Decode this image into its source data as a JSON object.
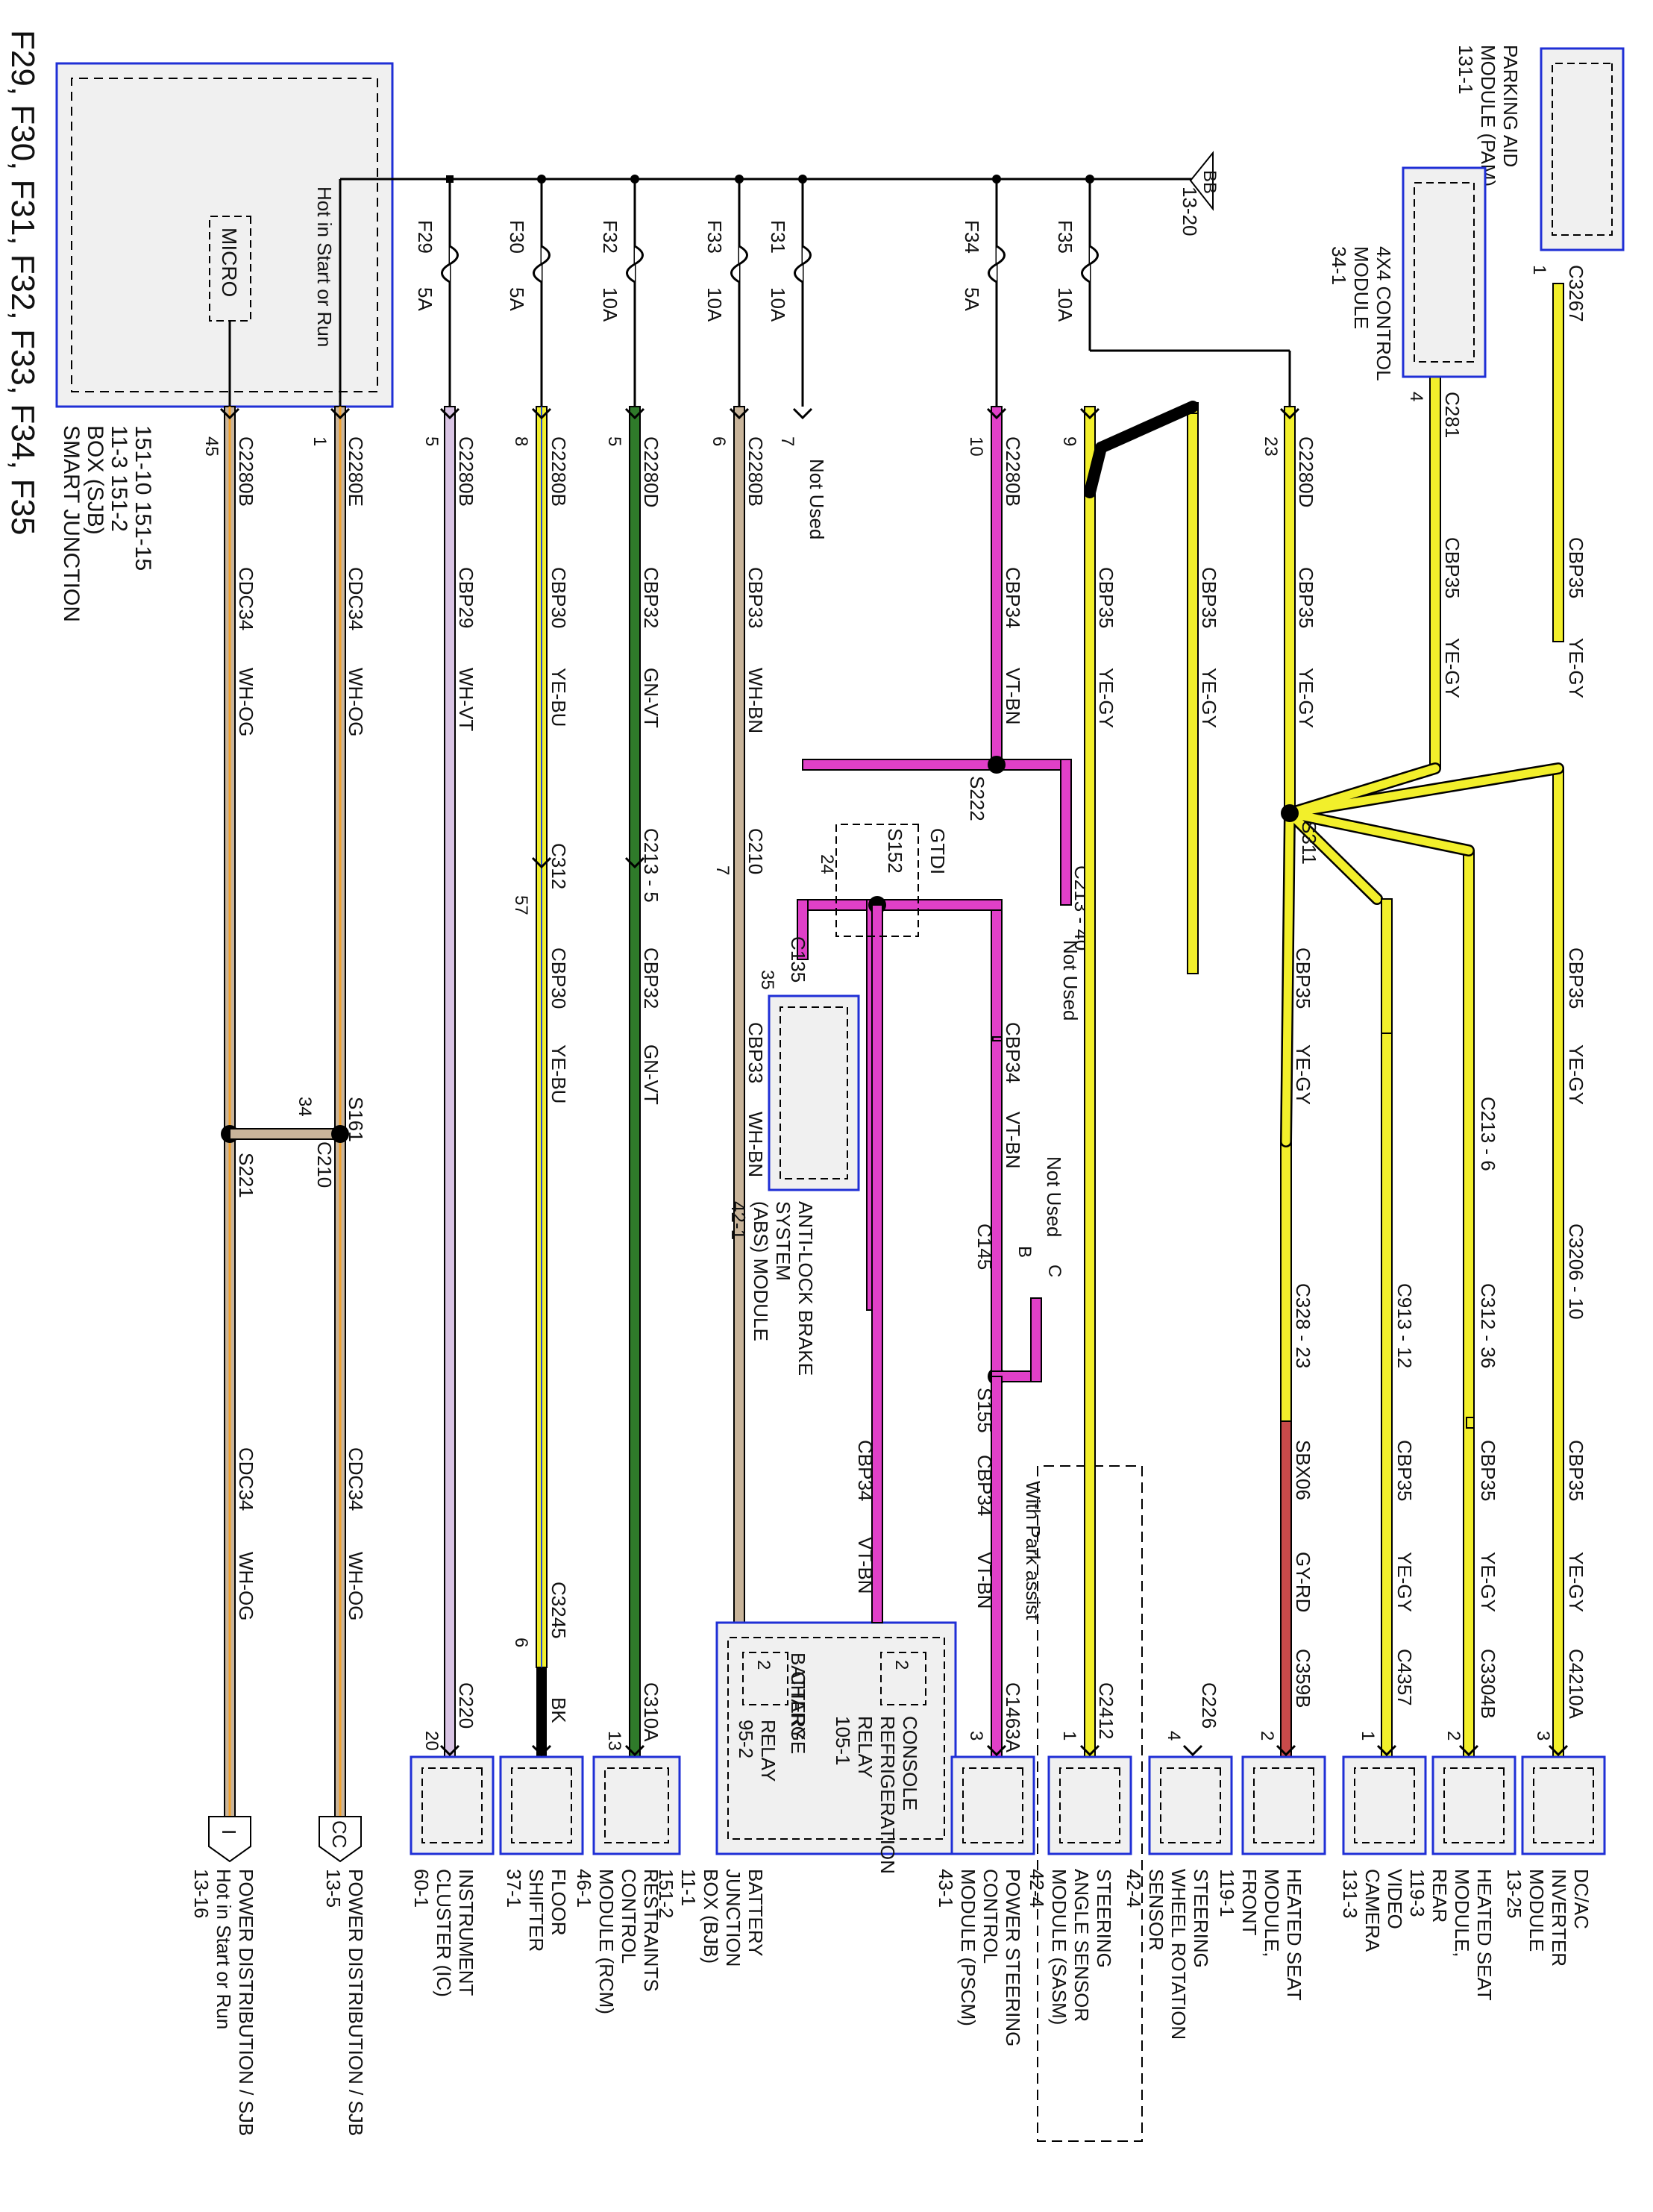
{
  "title": "F29, F30, F31, F32, F33, F34, F35",
  "colors": {
    "module_border": "#1f2fd6",
    "yellow_wire": "#f2ef2b",
    "magenta_wire": "#e040c8",
    "green_wire": "#2f7a2a",
    "red_wire": "#c84a4a",
    "lilac_wire": "#d9c4e4",
    "orange_wire": "#f3a12a",
    "tan_wire": "#c8b49a",
    "splice": "#000000"
  },
  "sjb": {
    "name_lines": [
      "SMART JUNCTION",
      "BOX (SJB)",
      "11-3     151-2",
      "151-10  151-15"
    ],
    "micro": "MICRO",
    "bus_label": "Hot in Start or Run",
    "ground": "BB",
    "ground_ref": "13-20",
    "fuses": [
      {
        "name": "F29",
        "rating": "5A"
      },
      {
        "name": "F30",
        "rating": "5A"
      },
      {
        "name": "F32",
        "rating": "10A"
      },
      {
        "name": "F33",
        "rating": "10A"
      },
      {
        "name": "F31",
        "rating": "10A"
      },
      {
        "name": "F34",
        "rating": "5A"
      },
      {
        "name": "F35",
        "rating": "10A"
      }
    ]
  },
  "rows": [
    {
      "pin": "45",
      "conn": "C2280B",
      "circuit": "CDC34",
      "color": "WH-OG",
      "circuit2": "CDC34",
      "color2": "WH-OG",
      "splice": "S221",
      "end": "I",
      "dest": [
        "POWER DISTRIBUTION / SJB",
        "Hot in Start or Run",
        "13-16"
      ]
    },
    {
      "pin": "1",
      "conn": "C2280E",
      "circuit": "CDC34",
      "color": "WH-OG",
      "circuit2": "CDC34",
      "color2": "WH-OG",
      "splice": "S161",
      "mid_conn": "C210",
      "mid_pin": "34",
      "end": "CC",
      "dest": [
        "POWER DISTRIBUTION / SJB",
        "13-5"
      ]
    },
    {
      "pin": "5",
      "conn": "C2280B",
      "circuit": "CBP29",
      "color": "WH-VT",
      "end_conn": "C220",
      "end_pin": "20",
      "dest": [
        "INSTRUMENT",
        "CLUSTER (IC)",
        "60-1"
      ]
    },
    {
      "pin": "8",
      "conn": "C2280B",
      "circuit": "CBP30",
      "color": "YE-BU",
      "mid_conn": "C312",
      "mid_pin": "57",
      "circuit2": "CBP30",
      "color2": "YE-BU",
      "end_conn": "C3245",
      "end_pin": "6",
      "tail": "BK",
      "dest": [
        "FLOOR",
        "SHIFTER",
        "37-1"
      ]
    },
    {
      "pin": "5",
      "conn": "C2280D",
      "circuit": "CBP32",
      "color": "GN-VT",
      "mid_conn": "C213 - 5",
      "circuit2": "CBP32",
      "color2": "GN-VT",
      "end_conn": "C310A",
      "end_pin": "13",
      "dest": [
        "RESTRAINTS",
        "CONTROL",
        "MODULE (RCM)",
        "46-1"
      ]
    },
    {
      "pin": "6",
      "conn": "C2280B",
      "circuit": "CBP33",
      "color": "WH-BN",
      "mid_conn": "C210",
      "mid_pin": "7",
      "circuit2": "CBP33",
      "color2": "WH-BN",
      "dest": [
        "BATTERY",
        "JUNCTION",
        "BOX (BJB)",
        "11-1",
        "151-2"
      ]
    },
    {
      "pin": "7",
      "label": "Not Used"
    },
    {
      "pin": "10",
      "conn": "C2280B",
      "circuit": "CBP34",
      "color": "VT-BN",
      "splice": "S222"
    },
    {
      "pin": "9",
      "conn": "C2280B"
    },
    {
      "pin": "23",
      "conn": "C2280D",
      "circuit": "CBP35",
      "color": "YE-GY",
      "splice": "S311"
    }
  ],
  "bjb_relays": [
    {
      "pin": "2",
      "lines": [
        "BATTERY",
        "CHARGE",
        "RELAY",
        "95-2"
      ]
    },
    {
      "pin": "2",
      "lines": [
        "CONSOLE",
        "REFRIGERATION",
        "RELAY",
        "105-1"
      ]
    }
  ],
  "abs": {
    "conn": "C135",
    "pin": "35",
    "dest": [
      "ANTI-LOCK BRAKE",
      "SYSTEM",
      "(ABS) MODULE",
      "42-1"
    ]
  },
  "s152": {
    "name": "S152",
    "note": "GTDI",
    "pin": "24",
    "c213_label": "C213 - 40",
    "not_used": "Not Used"
  },
  "cbp34_branch": {
    "circuit": "CBP34",
    "color": "VT-BN",
    "circuit_long": "CBP34",
    "color_long": "VT-BN",
    "c145": "C145",
    "pin_b": "B",
    "pin_c": "C",
    "not_used": "Not Used",
    "splice": "S155",
    "circuit2": "CBP34",
    "color2": "VT-BN",
    "end_conn": "C1463A",
    "end_pin": "3"
  },
  "park_assist": "With Park assist",
  "cbp35_top": [
    {
      "conn": "C3267",
      "pin": "1",
      "circuit": "CBP35",
      "color": "YE-GY",
      "dest": [
        "PARKING AID",
        "MODULE (PAM)",
        "131-1"
      ]
    },
    {
      "conn": "C281",
      "pin": "4",
      "circuit": "CBP35",
      "color": "YE-GY",
      "dest": [
        "4X4 CONTROL",
        "MODULE",
        "34-1"
      ]
    },
    {
      "circuit": "CBP35",
      "color": "YE-GY"
    }
  ],
  "cbp35_lower": [
    {
      "circuit": "CBP35",
      "color": "YE-GY",
      "mid_conn": "C3206 - 10",
      "circuit2": "CBP35",
      "color2": "YE-GY",
      "end_conn": "C4210A",
      "end_pin": "3",
      "dest": [
        "DC/AC",
        "INVERTER",
        "MODULE",
        "13-25"
      ]
    },
    {
      "mid_conn": "C213 - 6",
      "mid_conn2": "C312 - 36",
      "circuit2": "CBP35",
      "color2": "YE-GY",
      "end_conn": "C3304B",
      "end_pin": "2",
      "dest": [
        "HEATED SEAT",
        "MODULE,",
        "REAR",
        "119-3"
      ]
    },
    {
      "mid_conn": "C913 - 12",
      "circuit2": "CBP35",
      "color2": "YE-GY",
      "end_conn": "C4357",
      "end_pin": "1",
      "dest": [
        "VIDEO",
        "CAMERA",
        "131-3"
      ]
    },
    {
      "circuit": "CBP35",
      "color": "YE-GY",
      "mid_conn": "C328 - 23",
      "circuit2": "SBX06",
      "color2": "GY-RD",
      "end_conn": "C359B",
      "end_pin": "2",
      "dest": [
        "HEATED SEAT",
        "MODULE,",
        "FRONT",
        "119-1"
      ]
    },
    {
      "circuit": "CBP35",
      "color": "YE-GY",
      "end_conn": "C226",
      "end_pin": "4",
      "dest": [
        "STEERING",
        "WHEEL ROTATION",
        "SENSOR",
        "42-4"
      ]
    },
    {
      "circuit": "CBP35",
      "color": "YE-GY",
      "end_conn": "C2412",
      "end_pin": "1",
      "dest": [
        "STEERING",
        "ANGLE SENSOR",
        "MODULE (SASM)",
        "42-4"
      ]
    }
  ],
  "pscm_dest": [
    "POWER STEERING",
    "CONTROL",
    "MODULE (PSCM)",
    "43-1"
  ]
}
